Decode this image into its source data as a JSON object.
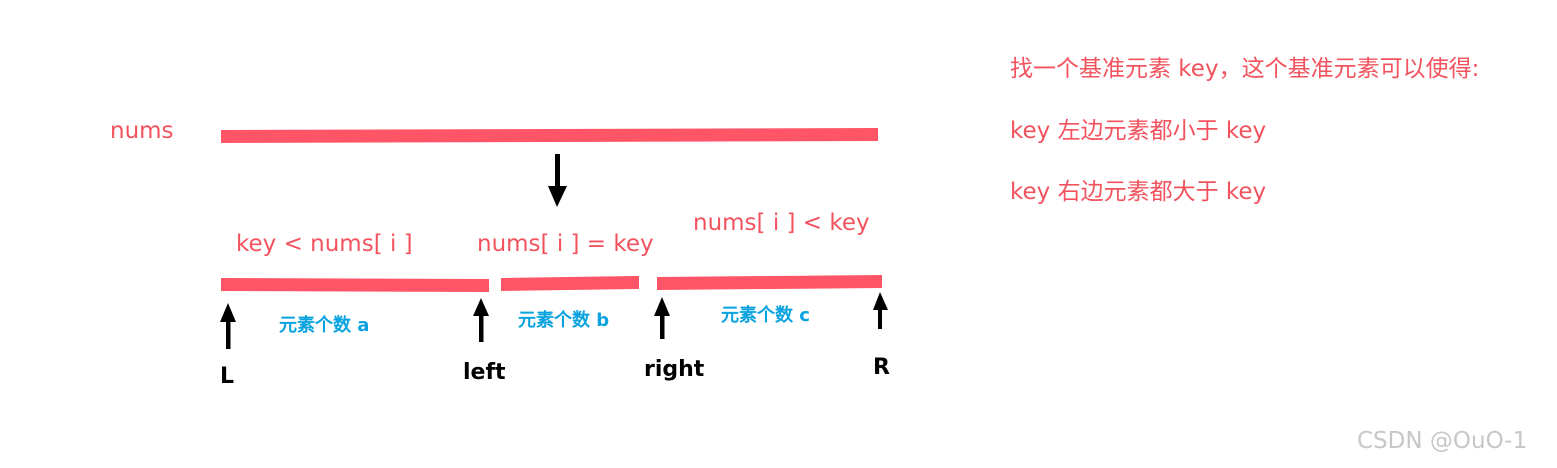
{
  "colors": {
    "bar": "#ff5566",
    "text_red": "#f2535e",
    "text_blue": "#0aa3df",
    "arrow": "#000000",
    "watermark": "#c7c7c7"
  },
  "array_label": "nums",
  "segments": [
    {
      "condition": "key < nums[ i ]",
      "count_label": "元素个数 a"
    },
    {
      "condition": "nums[ i ] = key",
      "count_label": "元素个数 b"
    },
    {
      "condition": "nums[ i ] < key",
      "count_label": "元素个数 c"
    }
  ],
  "pointers": [
    "L",
    "left",
    "right",
    "R"
  ],
  "notes": [
    "找一个基准元素 key，这个基准元素可以使得:",
    "key 左边元素都小于 key",
    "key 右边元素都大于 key"
  ],
  "watermark": "CSDN @OuO-1"
}
